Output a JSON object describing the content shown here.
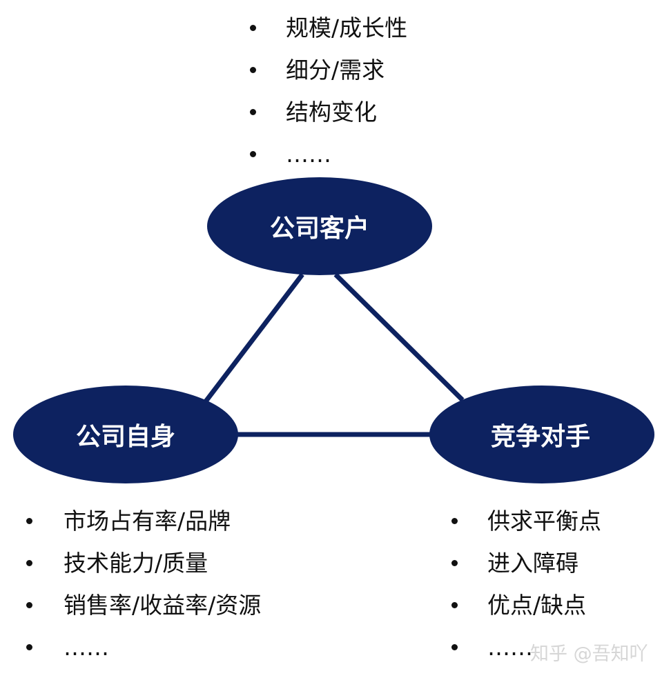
{
  "colors": {
    "node_fill": "#0d2260",
    "edge": "#0d2260",
    "node_text": "#ffffff",
    "bullet": "#111111"
  },
  "nodes": {
    "customer": {
      "label": "公司客户"
    },
    "self": {
      "label": "公司自身"
    },
    "competitor": {
      "label": "竞争对手"
    }
  },
  "lists": {
    "customer": [
      "规模/成长性",
      "细分/需求",
      "结构变化",
      "……"
    ],
    "self": [
      "市场占有率/品牌",
      "技术能力/质量",
      "销售率/收益率/资源",
      "……"
    ],
    "competitor": [
      "供求平衡点",
      "进入障碍",
      "优点/缺点",
      "……"
    ]
  },
  "watermark": "知乎 @吾知吖"
}
